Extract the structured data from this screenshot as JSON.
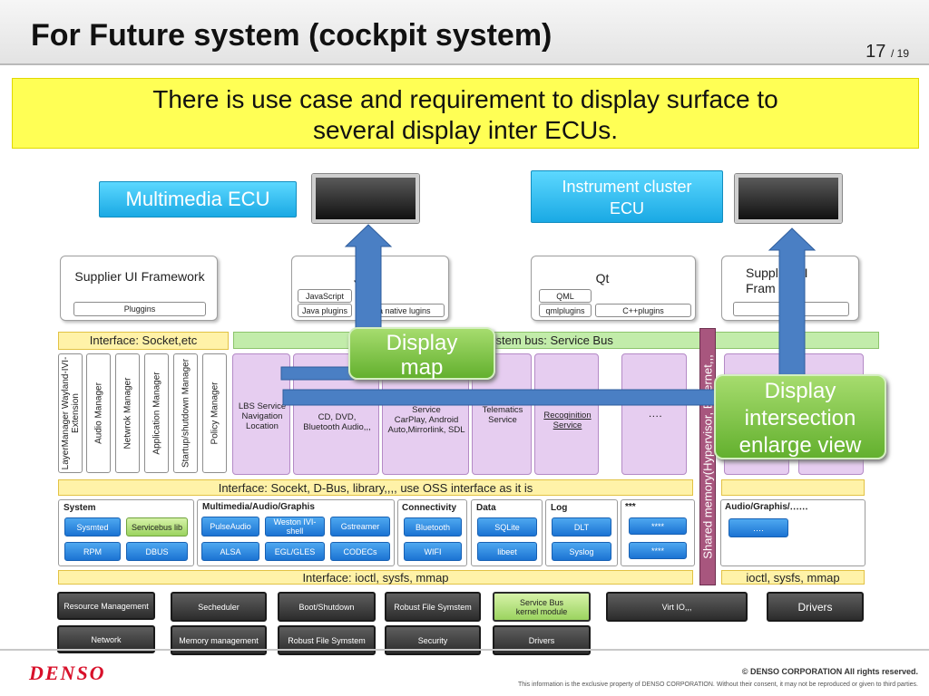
{
  "slide": {
    "title": "For Future system (cockpit system)",
    "page_current": "17",
    "page_total": "/ 19",
    "banner_line1": "There is use case and requirement to display surface to",
    "banner_line2": "several display inter ECUs."
  },
  "ecus": {
    "multimedia": "Multimedia ECU",
    "instrument_line1": "Instrument cluster",
    "instrument_line2": "ECU"
  },
  "frameworks": {
    "supplier1": {
      "title": "Supplier UI Framework",
      "plugin": "Pluggins"
    },
    "java": {
      "title": "Ja",
      "btn1": "JavaScript",
      "btn2": "Java plugins",
      "btn3": "ava native lugins"
    },
    "qt": {
      "title": "Qt",
      "btn1": "QML",
      "btn2": "qmlplugins",
      "btn3": "C++plugins"
    },
    "supplier2": {
      "title_line1": "Supplie  UI",
      "title_line2": "Fram    rk",
      "plugin": "P     ns"
    }
  },
  "interfaces": {
    "socket": "Interface: Socket,etc",
    "system_bus": "ystem bus: Service Bus",
    "socekt_dbus": "Interface: Socekt, D-Bus, library,,,, use OSS interface as it is",
    "ioctl_left": "Interface: ioctl, sysfs, mmap",
    "ioctl_right": "ioctl, sysfs, mmap"
  },
  "managers": [
    "LayerManager Wayland-IVI-Extension",
    "Audio Manager",
    "Netwrok Manager",
    "Application Manager",
    "Startup/shutdown Manager",
    "Policy Manager"
  ],
  "services": {
    "lbs": [
      "LBS Service",
      "Navigation",
      "Location"
    ],
    "media": [
      "CD, DVD,",
      "Bluetooth Audio,,,"
    ],
    "carplay": [
      "Service",
      "CarPlay, Android",
      "Auto,Mirrorlink, SDL"
    ],
    "telematics": [
      "Telematics",
      "Service"
    ],
    "recognition": [
      "Recoginition",
      "Service"
    ],
    "dots": "…."
  },
  "middleware": {
    "system": {
      "label": "System",
      "items": [
        "Sysmted",
        "Servicebus lib",
        "RPM",
        "DBUS"
      ]
    },
    "multimedia": {
      "label": "Multimedia/Audio/Graphis",
      "items": [
        "PulseAudio",
        "Weston IVI-shell",
        "Gstreamer",
        "ALSA",
        "EGL/GLES",
        "CODECs"
      ]
    },
    "connectivity": {
      "label": "Connectivity",
      "items": [
        "Bluetooth",
        "WIFI"
      ]
    },
    "data": {
      "label": "Data",
      "items": [
        "SQLite",
        "libeet"
      ]
    },
    "log": {
      "label": "Log",
      "items": [
        "DLT",
        "Syslog"
      ]
    },
    "misc": {
      "label": "***",
      "items": [
        "****",
        "****"
      ]
    },
    "audio_graphis": {
      "label": "Audio/Graphis/‥‥‥",
      "items": [
        "‥‥"
      ]
    }
  },
  "kernel": {
    "row1": [
      "Resource Management",
      "Secheduler",
      "Boot/Shutdown",
      "Robust File Symstem",
      "Service Bus kernel module",
      "Virt IO,,,",
      "Drivers"
    ],
    "row2": [
      "Network",
      "Memory management",
      "Robust File Symstem",
      "Security",
      "Drivers"
    ]
  },
  "hypervisor": "Shared memory(Hypervisor, Ethernet,,,",
  "callouts": {
    "display_map_line1": "Display",
    "display_map_line2": "map",
    "intersect_line1": "Display",
    "intersect_line2": "intersection",
    "intersect_line3": "enlarge view"
  },
  "footer": {
    "logo": "DENSO",
    "copyright": "© DENSO CORPORATION  All rights  reserved.",
    "confidential": "This information is the exclusive property of DENSO CORPORATION.  Without their consent, it may not be reproduced or given to third parties."
  },
  "colors": {
    "banner": "#ffff55",
    "ecu_label": "#1aa9e4",
    "interface_bar": "#fff2a8",
    "service_bus": "#c2ecaa",
    "service_box": "#e6cdf0",
    "middleware_button": "#1b73d3",
    "arrow": "#4a7fc4",
    "callout": "#63b02e",
    "hypervisor": "#a8567e"
  }
}
